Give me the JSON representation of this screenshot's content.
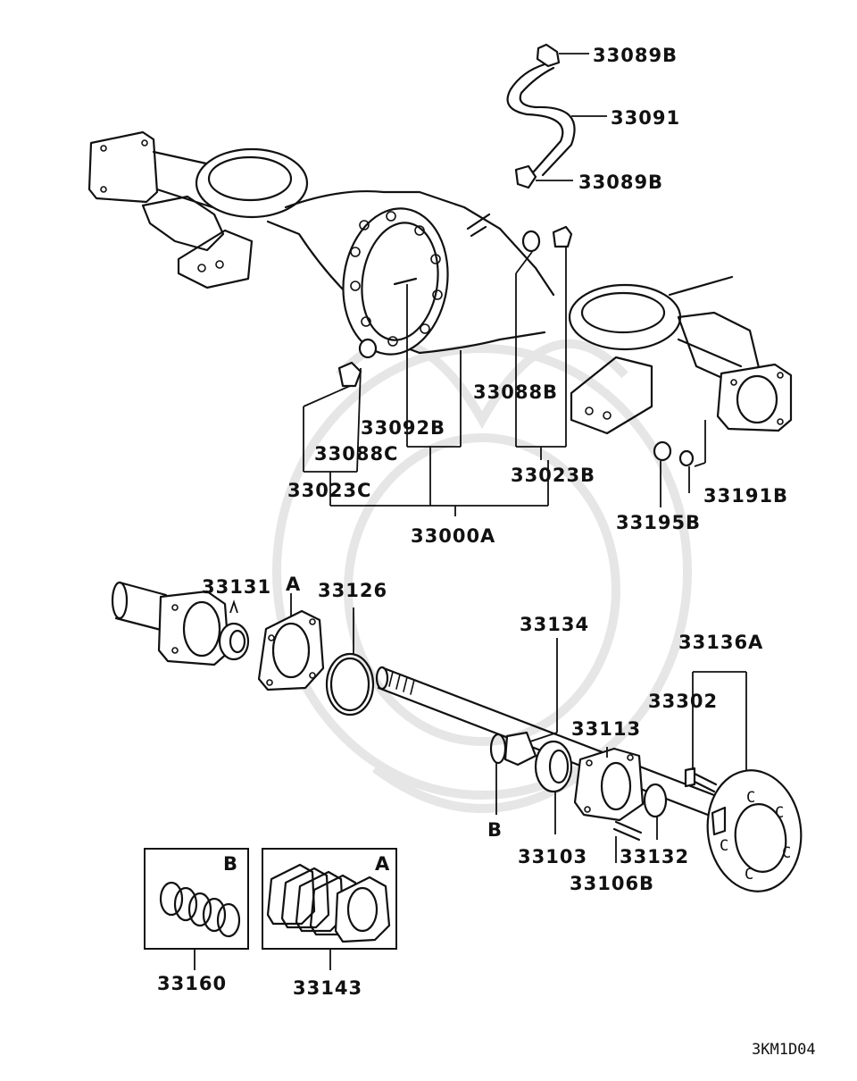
{
  "labels": {
    "p33089B_top": "33089B",
    "p33091": "33091",
    "p33089B_bot": "33089B",
    "p33088B": "33088B",
    "p33092B": "33092B",
    "p33088C": "33088C",
    "p33023C": "33023C",
    "p33023B": "33023B",
    "p33000A": "33000A",
    "p33195B": "33195B",
    "p33191B": "33191B",
    "p33131": "33131",
    "refA_top": "A",
    "p33126": "33126",
    "p33134": "33134",
    "p33136A": "33136A",
    "p33302": "33302",
    "p33113": "33113",
    "refB_mid": "B",
    "p33103": "33103",
    "p33132": "33132",
    "p33106B": "33106B",
    "boxB_tag": "B",
    "boxA_tag": "A",
    "p33160": "33160",
    "p33143": "33143"
  },
  "diagram_code": "3KM1D04"
}
